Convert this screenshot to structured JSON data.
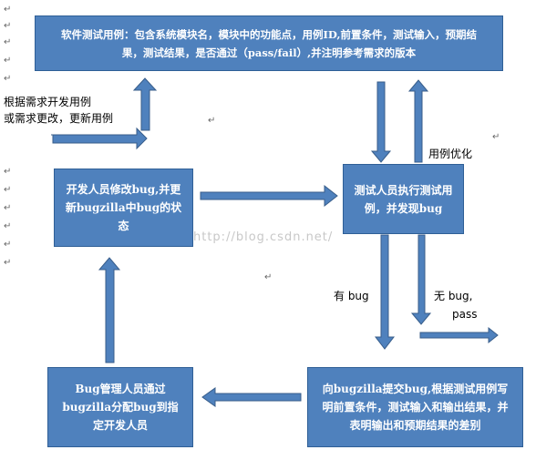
{
  "colors": {
    "box_fill": "#4f81bd",
    "box_border": "#2f5f96",
    "arrow": "#4f81bd",
    "arrow_border": "#385d8a"
  },
  "nodes": {
    "test_case": {
      "line1": "软件测试用例：包含系统模块名，模块中的功能点，用例ID,前置条件，测试输入，预期结",
      "line2": "果，测试结果，是否通过（pass/fail）,并注明参考需求的版本"
    },
    "developer_fix": {
      "line1": "开发人员修改bug,并更",
      "line2": "新bugzilla中bug的状",
      "line3": "态"
    },
    "tester_execute": {
      "line1": "测试人员执行测试用",
      "line2": "例，并发现bug"
    },
    "bug_manager": {
      "line1": "Bug管理人员通过",
      "line2": "bugzilla分配bug到指",
      "line3": "定开发人员"
    },
    "submit_bug": {
      "line1": "向bugzilla提交bug,根据测试用例写",
      "line2": "明前置条件，测试输入和输出结果，并",
      "line3": "表明输出和预期结果的差别"
    }
  },
  "labels": {
    "update_case_line1": "根据需求开发用例",
    "update_case_line2": "或需求更改，更新用例",
    "optimize": "用例优化",
    "has_bug": "有 bug",
    "no_bug": "无 bug,",
    "pass": "pass"
  },
  "watermark": "http://blog.csdn.net/"
}
